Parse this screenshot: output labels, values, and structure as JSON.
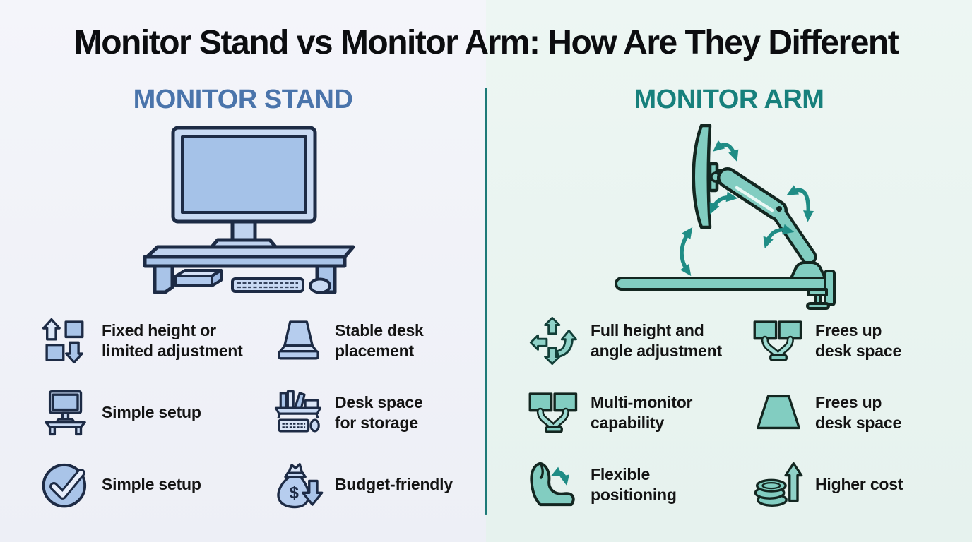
{
  "title": "Monitor Stand vs Monitor Arm: How Are They Different",
  "colors": {
    "left_background": "#eef0f6",
    "right_background": "#e7f3f0",
    "left_accent": "#4a74ab",
    "right_accent": "#17807c",
    "divider": "#1d7a78",
    "left_illustration_fill": "#a9c4e8",
    "right_illustration_fill": "#82cdc1",
    "arrow": "#1f8c85"
  },
  "left_panel": {
    "heading": "MONITOR STAND",
    "illustration": "monitor-on-riser-stand-with-book-keyboard-mouse",
    "features": [
      {
        "icon": "height-limited-adjust-icon",
        "text": "Fixed height or\nlimited adjustment"
      },
      {
        "icon": "stable-base-icon",
        "text": "Stable desk\nplacement"
      },
      {
        "icon": "monitor-riser-icon",
        "text": "Simple setup"
      },
      {
        "icon": "storage-shelf-icon",
        "text": "Desk space\nfor storage"
      },
      {
        "icon": "checkmark-circle-icon",
        "text": "Simple setup"
      },
      {
        "icon": "money-bag-save-icon",
        "text": "Budget-friendly"
      }
    ]
  },
  "right_panel": {
    "heading": "MONITOR ARM",
    "illustration": "articulating-monitor-arm-clamped-to-desk-with-motion-arrows",
    "features": [
      {
        "icon": "multi-direction-arrows-icon",
        "text": "Full height and\nangle adjustment"
      },
      {
        "icon": "dual-monitor-mount-icon",
        "text": "Frees up\ndesk space"
      },
      {
        "icon": "dual-monitor-mount-icon",
        "text": "Multi-monitor\ncapability"
      },
      {
        "icon": "trapezoid-footprint-icon",
        "text": "Frees up\ndesk space"
      },
      {
        "icon": "flex-bicep-icon",
        "text": "Flexible\npositioning"
      },
      {
        "icon": "coins-rising-icon",
        "text": "Higher cost"
      }
    ]
  }
}
